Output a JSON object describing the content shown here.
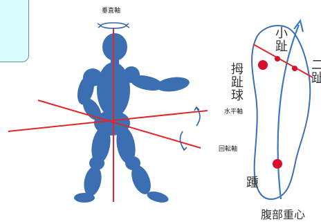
{
  "labels": {
    "vertical_axis": "垂直軸",
    "horizontal_axis": "水平軸",
    "rotation_axis": "回転軸",
    "little_toe": "小趾",
    "big_toe_ball": "拇趾球",
    "second_toe": "二趾",
    "heel": "踵",
    "caption": "腹部重心"
  },
  "colors": {
    "figure": "#3b6fb2",
    "axis": "#e0262a",
    "arrow": "#3a78c2",
    "dot": "#d6102c"
  },
  "icons": [
    "rotation-arrow-icon",
    "curved-arrow-icon"
  ]
}
